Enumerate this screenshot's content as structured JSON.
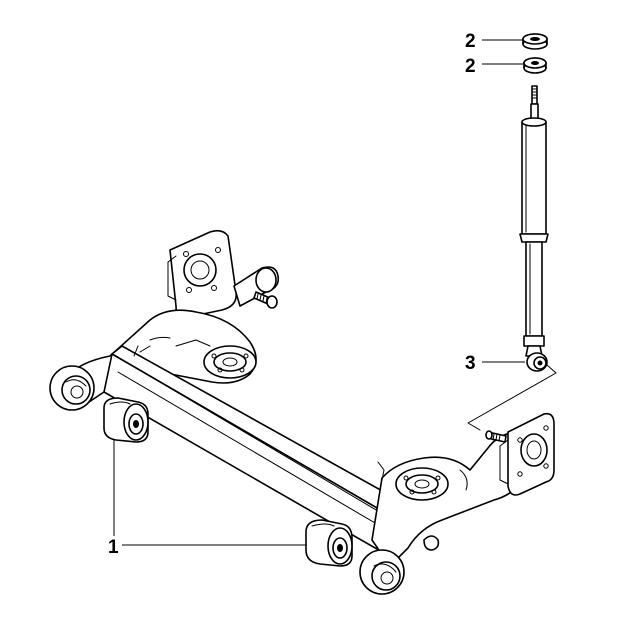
{
  "callouts": [
    {
      "id": "bushing",
      "label": "1"
    },
    {
      "id": "washer-top",
      "label": "2"
    },
    {
      "id": "washer-bottom",
      "label": "2"
    },
    {
      "id": "shock-absorber",
      "label": "3"
    }
  ],
  "colors": {
    "ink": "#000000",
    "paper": "#ffffff"
  }
}
